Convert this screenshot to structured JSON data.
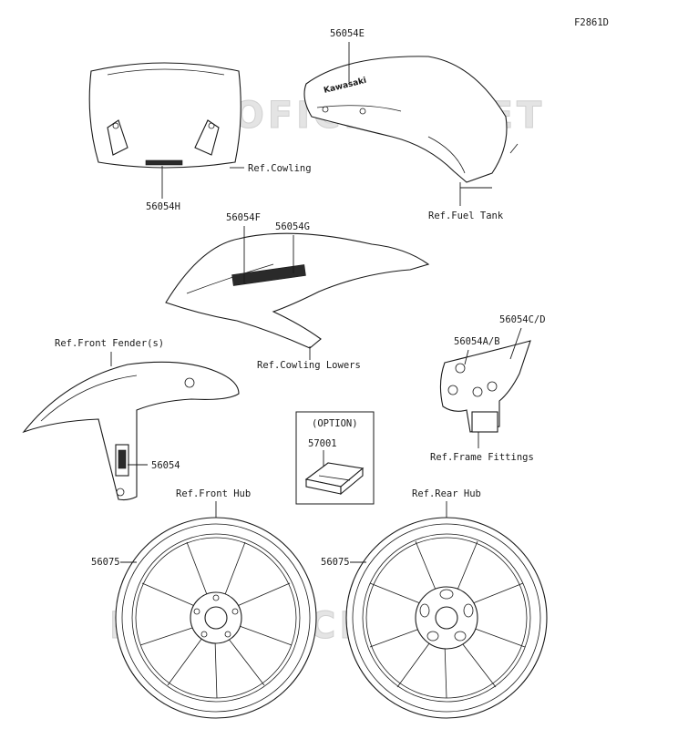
{
  "diagram": {
    "figure_code": "F2861D",
    "watermark_text": "MICROFICHES.NET",
    "brand_decal_text": "Kawasaki",
    "option_box_label": "(OPTION)",
    "parts": [
      {
        "id": "56054E",
        "label": "56054E"
      },
      {
        "id": "56054H",
        "label": "56054H"
      },
      {
        "id": "56054F",
        "label": "56054F"
      },
      {
        "id": "56054G",
        "label": "56054G"
      },
      {
        "id": "56054CD",
        "label": "56054C/D"
      },
      {
        "id": "56054AB",
        "label": "56054A/B"
      },
      {
        "id": "56054",
        "label": "56054"
      },
      {
        "id": "57001",
        "label": "57001"
      },
      {
        "id": "56075front",
        "label": "56075"
      },
      {
        "id": "56075rear",
        "label": "56075"
      }
    ],
    "references": [
      {
        "id": "cowling",
        "label": "Ref.Cowling"
      },
      {
        "id": "fuel-tank",
        "label": "Ref.Fuel Tank"
      },
      {
        "id": "cowling-lowers",
        "label": "Ref.Cowling Lowers"
      },
      {
        "id": "front-fender",
        "label": "Ref.Front Fender(s)"
      },
      {
        "id": "frame-fittings",
        "label": "Ref.Frame Fittings"
      },
      {
        "id": "front-hub",
        "label": "Ref.Front Hub"
      },
      {
        "id": "rear-hub",
        "label": "Ref.Rear Hub"
      }
    ]
  }
}
